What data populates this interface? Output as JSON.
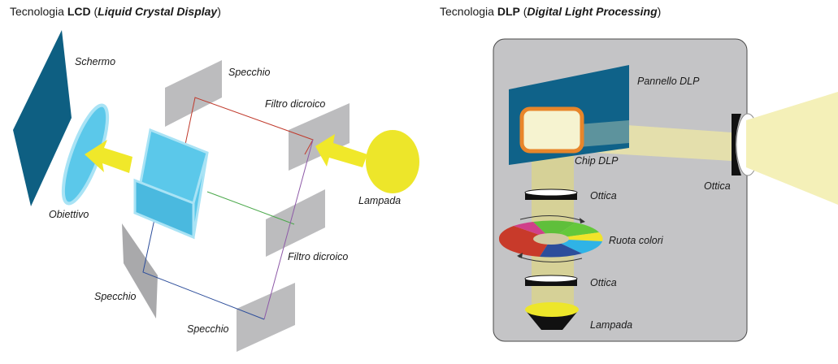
{
  "lcd": {
    "title_prefix": "Tecnologia ",
    "title_bold": "LCD",
    "title_open": " (",
    "title_italic": "Liquid Crystal Display",
    "title_close": ")",
    "labels": {
      "screen": "Schermo",
      "lens": "Obiettivo",
      "mirror_top": "Specchio",
      "dichroic_top": "Filtro dicroico",
      "dichroic_mid": "Filtro dicroico",
      "lamp": "Lampada",
      "mirror_left": "Specchio",
      "mirror_bottom": "Specchio"
    }
  },
  "dlp": {
    "title_prefix": "Tecnologia ",
    "title_bold": "DLP",
    "title_open": " (",
    "title_italic": "Digital Light Processing",
    "title_close": ")",
    "labels": {
      "panel": "Pannello DLP",
      "chip": "Chip DLP",
      "optics_top": "Ottica",
      "optics_right": "Ottica",
      "color_wheel": "Ruota colori",
      "optics_bottom": "Ottica",
      "lamp": "Lampada"
    }
  },
  "colors": {
    "screen": "#0e5f82",
    "lens": "#5bc8ea",
    "cube": "#5bc8ea",
    "arrow": "#f0e82a",
    "lamp": "#ede62a",
    "mirror": "#bcbcbe",
    "ray_red": "#c0392b",
    "ray_green": "#4aa84a",
    "ray_blue": "#2d4e9b",
    "ray_purple": "#8e5aa8",
    "housing": "#c4c4c6",
    "panel": "#0f6289",
    "chip_border": "#e8852a",
    "beam": "#efe9a6"
  }
}
